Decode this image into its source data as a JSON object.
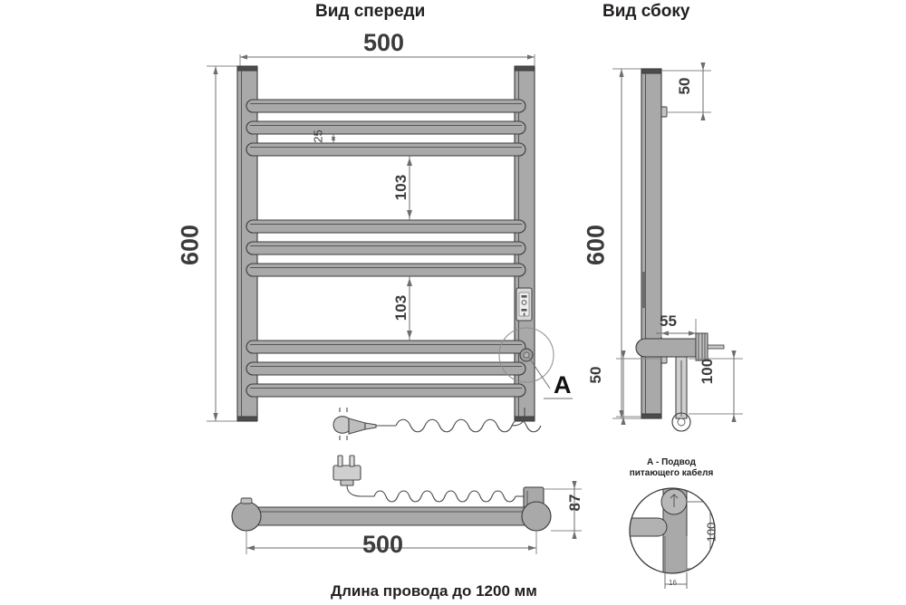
{
  "drawing": {
    "type": "technical-drawing",
    "subject": "electric-towel-rail-ladder",
    "views": {
      "front": {
        "title": "Вид спереди",
        "width_label": "500",
        "height_label": "600",
        "rung_gap_label": "25",
        "group_pitch_upper_label": "103",
        "group_pitch_lower_label": "103",
        "detail_marker": "A",
        "rung_count": 9
      },
      "side": {
        "title": "Вид сбоку",
        "height_label": "600",
        "bracket_top_label": "50",
        "bracket_bottom_label": "50",
        "connector_offset_label": "55",
        "connector_drop_label": "100"
      },
      "bottom": {
        "width_label": "500",
        "depth_label": "87",
        "note": "Длина провода до 1200 мм"
      },
      "detail_a": {
        "caption_line1": "А - Подвод",
        "caption_line2": "питающего кабеля",
        "dim_vertical": "100",
        "dim_small": "16"
      }
    },
    "colors": {
      "body_fill": "#a9a9a9",
      "outline": "#3a3a3a",
      "dimension": "#6e6e6e",
      "text": "#231f20"
    }
  }
}
